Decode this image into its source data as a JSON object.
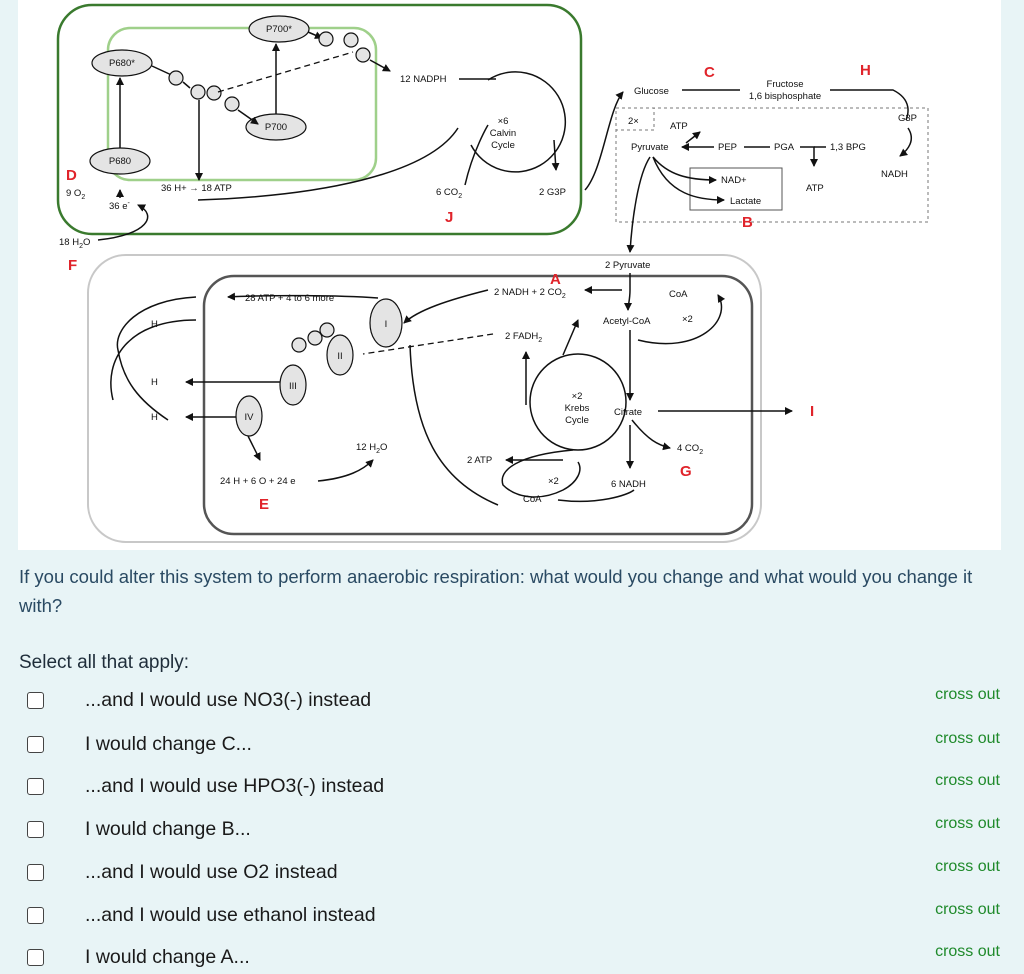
{
  "diagram": {
    "labels": {
      "p700star": "P700*",
      "p680star": "P680*",
      "p700": "P700",
      "p680": "P680",
      "nadph": "12 NADPH",
      "calvin_x6": "×6",
      "calvin": "Calvin",
      "cycle": "Cycle",
      "atp36": "36 H+ → 18 ATP",
      "co2": "6 CO",
      "co2_sub": "2",
      "g3p2": "2 G3P",
      "o2": "9 O",
      "o2_sub": "2",
      "e36": "36 e",
      "e36_sup": "-",
      "h2o18": "18 H",
      "h2o18_sub": "2",
      "h2o18_end": "O",
      "glucose": "Glucose",
      "fructose1": "Fructose",
      "fructose2": "1,6 bisphosphate",
      "g3p": "G3P",
      "twox": "2×",
      "atp_a": "ATP",
      "pyruvate": "Pyruvate",
      "pep": "PEP",
      "pga": "PGA",
      "bpg": "1,3 BPG",
      "nad": "NAD+",
      "atp_b": "ATP",
      "nadh": "NADH",
      "lactate": "Lactate",
      "pyruvate2": "2 Pyruvate",
      "nadh2co2": "2 NADH + 2 CO",
      "nadh2co2_sub": "2",
      "coa1": "CoA",
      "acetylcoa": "Acetyl-CoA",
      "x2a": "×2",
      "fadh": "2 FADH",
      "fadh_sub": "2",
      "krebs_x2": "×2",
      "krebs": "Krebs",
      "krebs_cycle": "Cycle",
      "citrate": "Citrate",
      "co2_4": "4 CO",
      "co2_4_sub": "2",
      "atp2": "2 ATP",
      "x2b": "×2",
      "coa2": "CoA",
      "nadh6": "6 NADH",
      "h2o12": "12 H",
      "h2o12_sub": "2",
      "h2o12_end": "O",
      "etc_in": "24 H",
      "etc_in2": " + 6 O",
      "etc_in3": " + 24 e",
      "atp28": "28 ATP + 4 to 6 more",
      "hplus": "H",
      "c1": "I",
      "c2": "II",
      "c3": "III",
      "c4": "IV"
    },
    "letters": {
      "A": "A",
      "B": "B",
      "C": "C",
      "D": "D",
      "E": "E",
      "F": "F",
      "G": "G",
      "H": "H",
      "I": "I",
      "J": "J"
    }
  },
  "question": "If you could alter this system to perform anaerobic respiration: what would you change and what would you change it with?",
  "select_all": "Select all that apply:",
  "options": [
    {
      "label": "...and I would use NO3(-) instead",
      "action": "cross out"
    },
    {
      "label": "I would change C...",
      "action": "cross out"
    },
    {
      "label": "...and I would use HPO3(-) instead",
      "action": "cross out"
    },
    {
      "label": "I would change B...",
      "action": "cross out"
    },
    {
      "label": "...and I would use O2 instead",
      "action": "cross out"
    },
    {
      "label": "...and I would use ethanol instead",
      "action": "cross out"
    },
    {
      "label": "I would change A...",
      "action": "cross out"
    }
  ],
  "colors": {
    "accent_red": "#e0242b",
    "chloroplast_green": "#3a7a2e",
    "thylakoid_green": "#9fd08a",
    "cross_out_green": "#1f8a2b",
    "background": "#e8f4f6"
  }
}
